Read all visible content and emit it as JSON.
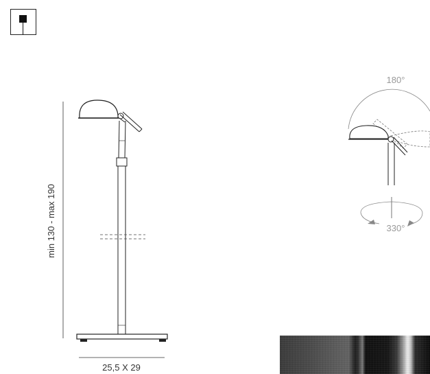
{
  "dimensions": {
    "height_label": "min 130 - max 190",
    "base_label": "25,5 X 29"
  },
  "rotation": {
    "tilt_label": "180°",
    "swivel_label": "330°"
  },
  "colors": {
    "line": "#222222",
    "guide": "#999999",
    "background": "#ffffff"
  },
  "icons": {
    "type_icon": "floor-lamp-type-icon"
  }
}
